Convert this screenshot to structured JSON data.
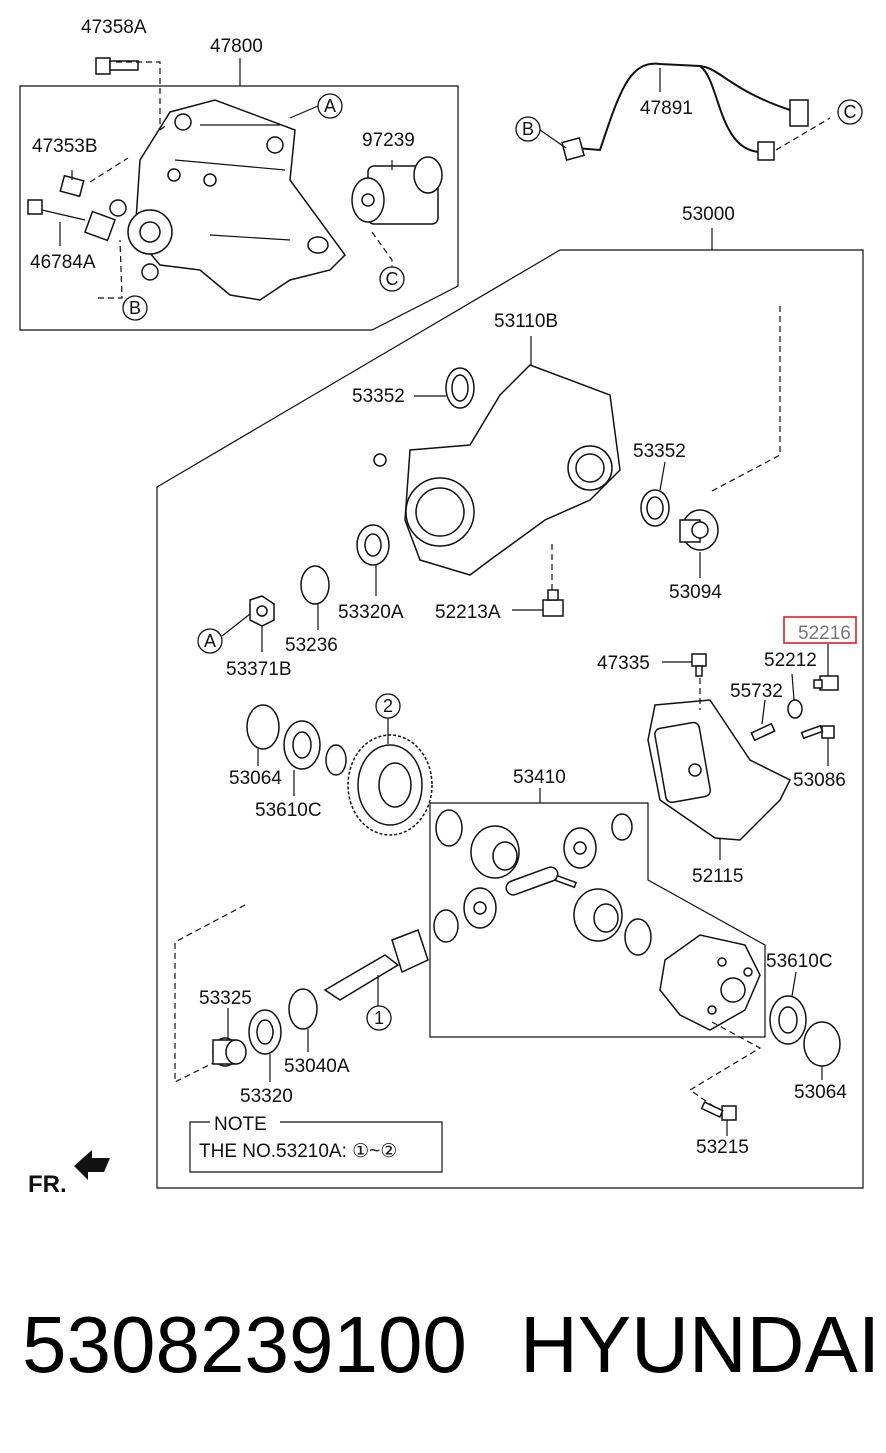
{
  "labels": {
    "p47358A": "47358A",
    "p47800": "47800",
    "p47353B": "47353B",
    "p97239": "97239",
    "p46784A": "46784A",
    "p47891": "47891",
    "p53000": "53000",
    "p53110B": "53110B",
    "p53352a": "53352",
    "p53352b": "53352",
    "p53094": "53094",
    "p53320A": "53320A",
    "p52213A": "52213A",
    "p53236": "53236",
    "p53371B": "53371B",
    "p52216": "52216",
    "p47335": "47335",
    "p52212": "52212",
    "p55732": "55732",
    "p53086": "53086",
    "p53064a": "53064",
    "p53610Ca": "53610C",
    "p53410": "53410",
    "p52115": "52115",
    "p53610Cb": "53610C",
    "p53325": "53325",
    "p53320": "53320",
    "p53040A": "53040A",
    "p53064b": "53064",
    "p53215": "53215"
  },
  "callouts": {
    "A1": "A",
    "A2": "A",
    "B1": "B",
    "B2": "B",
    "C1": "C",
    "C2": "C",
    "n1": "1",
    "n2": "2"
  },
  "note": {
    "title": "NOTE",
    "text": "THE NO.53210A: ①~②"
  },
  "orientation": "FR.",
  "footer": {
    "part_number": "5308239100",
    "brand": "HYUNDAI"
  },
  "highlight_color": "#e02020"
}
